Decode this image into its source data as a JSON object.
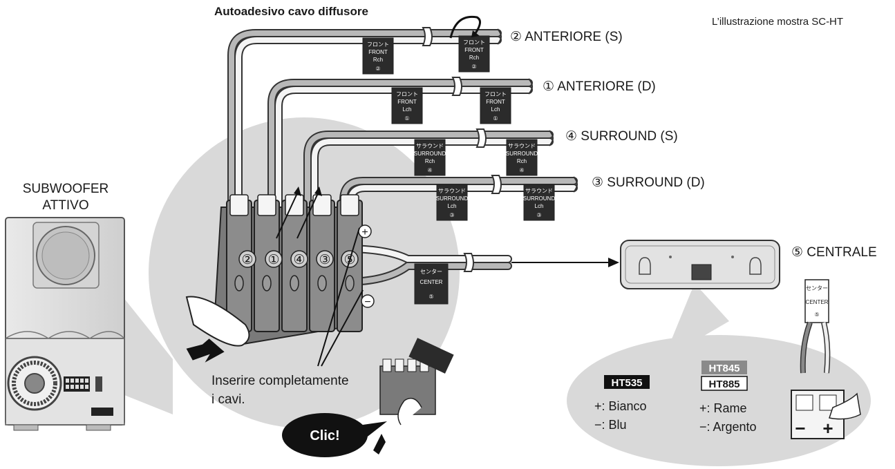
{
  "header": {
    "sticker_title": "Autoadesivo cavo diffusore",
    "illustration_note": "L’illustrazione mostra SC-HT"
  },
  "channels": [
    {
      "label": "② ANTERIORE (S)",
      "tag_jp": "フロント",
      "tag_en": "FRONT",
      "tag_ch": "Rch",
      "num": "②"
    },
    {
      "label": "① ANTERIORE (D)",
      "tag_jp": "フロント",
      "tag_en": "FRONT",
      "tag_ch": "Lch",
      "num": "①"
    },
    {
      "label": "④ SURROUND (S)",
      "tag_jp": "サラウンド",
      "tag_en": "SURROUND",
      "tag_ch": "Rch",
      "num": "④"
    },
    {
      "label": "③ SURROUND (D)",
      "tag_jp": "サラウンド",
      "tag_en": "SURROUND",
      "tag_ch": "Lch",
      "num": "③"
    }
  ],
  "center": {
    "label": "⑤ CENTRALE",
    "tag_jp": "センター",
    "tag_en": "CENTER",
    "num": "⑤"
  },
  "terminal_numbers": [
    "②",
    "①",
    "④",
    "③",
    "⑤"
  ],
  "polarity": {
    "plus": "+",
    "minus": "−"
  },
  "subwoofer": {
    "line1": "SUBWOOFER",
    "line2": "ATTIVO"
  },
  "instruction": {
    "line1": "Inserire completamente",
    "line2": "i cavi."
  },
  "click_label": "Clic!",
  "models": {
    "ht535": "HT535",
    "ht845": "HT845",
    "ht885": "HT885",
    "ht535_plus": "+:  Bianco",
    "ht535_minus": "−:  Blu",
    "ht885_plus": "+:  Rame",
    "ht885_minus": "−:  Argento"
  },
  "terminal_signs": {
    "minus": "−",
    "plus": "+"
  }
}
